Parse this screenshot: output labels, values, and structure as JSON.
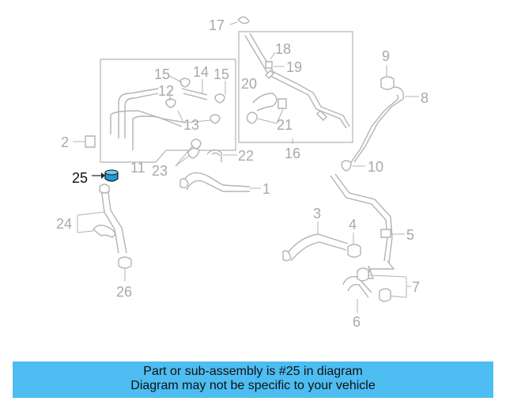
{
  "callouts": {
    "c1": "1",
    "c2": "2",
    "c3": "3",
    "c4": "4",
    "c5": "5",
    "c6": "6",
    "c7": "7",
    "c8": "8",
    "c9": "9",
    "c10": "10",
    "c11": "11",
    "c12": "12",
    "c13": "13",
    "c14": "14",
    "c15a": "15",
    "c15b": "15",
    "c16": "16",
    "c17": "17",
    "c18": "18",
    "c19": "19",
    "c20": "20",
    "c21": "21",
    "c22": "22",
    "c23": "23",
    "c24": "24",
    "c25": "25",
    "c26": "26"
  },
  "highlighted_part": "25",
  "colors": {
    "banner": "#4dbdf2",
    "highlight_part": "#1e9ad6",
    "lines": "#b3b3b3"
  },
  "banner": {
    "line1": "Part or sub-assembly is #25 in diagram",
    "line2": "Diagram may not be specific to your vehicle"
  }
}
